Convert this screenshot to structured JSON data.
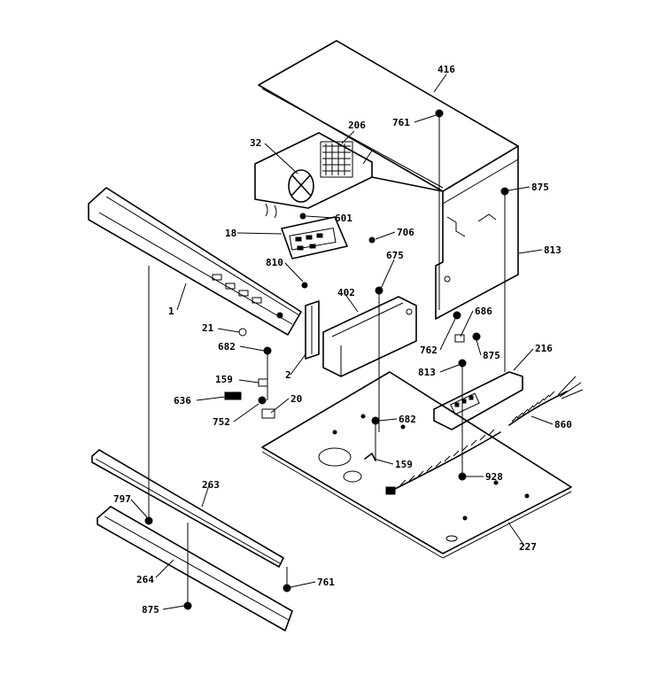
{
  "labels": {
    "l416": "416",
    "l761a": "761",
    "l206": "206",
    "l32": "32",
    "l875a": "875",
    "l601": "601",
    "l18": "18",
    "l706": "706",
    "l813a": "813",
    "l810": "810",
    "l675": "675",
    "l1": "1",
    "l402": "402",
    "l21": "21",
    "l682a": "682",
    "l2": "2",
    "l762": "762",
    "l686": "686",
    "l875b": "875",
    "l813b": "813",
    "l216": "216",
    "l159a": "159",
    "l636": "636",
    "l20": "20",
    "l752": "752",
    "l682b": "682",
    "l860": "860",
    "l159b": "159",
    "l928": "928",
    "l263": "263",
    "l797": "797",
    "l227": "227",
    "l264": "264",
    "l761b": "761",
    "l875c": "875"
  }
}
